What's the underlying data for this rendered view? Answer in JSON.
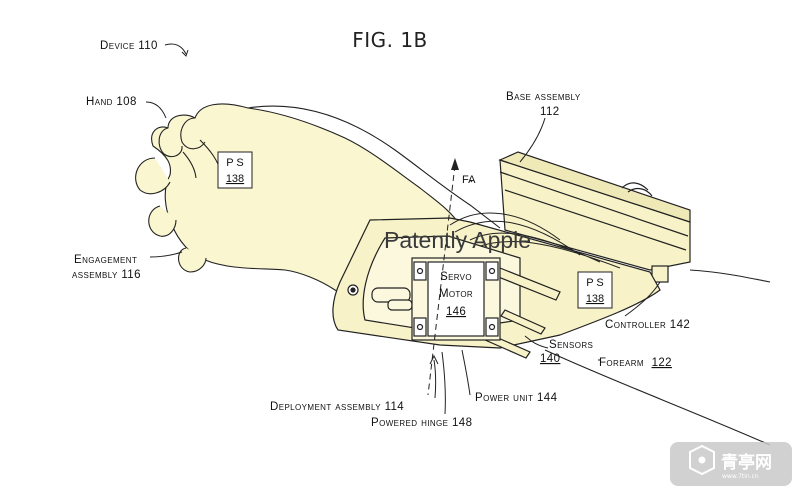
{
  "figure": {
    "title": "FIG. 1B"
  },
  "labels": {
    "device": "Device 110",
    "hand": "Hand 108",
    "engagement_line1": "Engagement",
    "engagement_line2": "assembly 116",
    "base_line1": "Base assembly",
    "base_line2": "112",
    "fa": "FA",
    "ps_top_line1": "P S",
    "ps_top_line2": "138",
    "ps_right_line1": "P S",
    "ps_right_line2": "138",
    "servo_line1": "Servo",
    "servo_line2": "Motor",
    "servo_line3": "146",
    "controller": "Controller 142",
    "sensors_line1": "Sensors",
    "sensors_line2": "140",
    "forearm_text": "Forearm",
    "forearm_num": "122",
    "power_unit": "Power unit 144",
    "deployment": "Deployment assembly 114",
    "powered_hinge": "Powered hinge 148"
  },
  "watermark": {
    "text": "Patently Apple"
  },
  "logo": {
    "text": "青亭网",
    "sub": "www.7tin.cn"
  },
  "colors": {
    "skin": "#f9f6d0",
    "device_fill": "#f7f2c8",
    "line": "#222222",
    "logo_bg": "#c9c9c9"
  }
}
